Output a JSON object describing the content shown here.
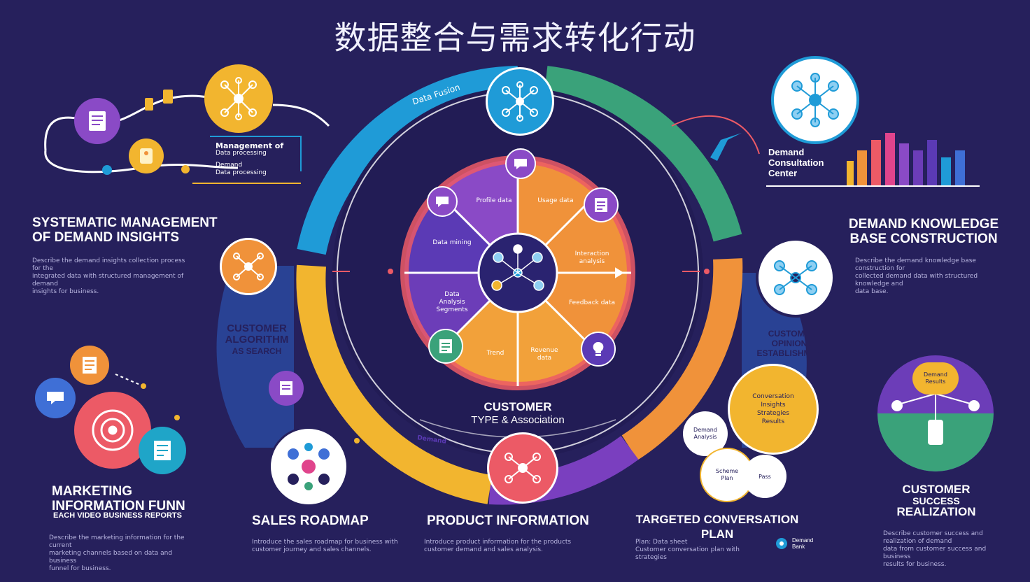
{
  "title": "数据整合与需求转化行动",
  "sections": {
    "top_left": {
      "heading_line1": "SYSTEMATIC MANAGEMENT",
      "heading_line2": "OF DEMAND INSIGHTS",
      "callout_line1": "Management of",
      "callout_line2": "Data processing",
      "callout_line3": "Demand",
      "callout_line4": "Data processing",
      "para_line1": "Describe the demand insights collection process for the",
      "para_line2": "integrated data with structured management of demand",
      "para_line3": "insights for business."
    },
    "top_right": {
      "heading_line1": "DEMAND KNOWLEDGE",
      "heading_line2": "BASE CONSTRUCTION",
      "callout_line1": "Demand",
      "callout_line2": "Consultation",
      "callout_line3": "Center",
      "para_line1": "Describe the demand knowledge base construction for",
      "para_line2": "collected demand data with structured knowledge and",
      "para_line3": "data base."
    },
    "mid_left": {
      "heading_line1": "CUSTOMER",
      "heading_line2": "ALGORITHM",
      "heading_line3": "AS SEARCH"
    },
    "mid_right": {
      "heading_line1": "CUSTOMER",
      "heading_line2": "OPINIONS",
      "heading_line3": "ESTABLISHMENT"
    },
    "bottom_left": {
      "heading_line1": "MARKETING",
      "heading_line2": "INFORMATION FUNN",
      "subheading": "EACH VIDEO BUSINESS REPORTS",
      "para_line1": "Describe the marketing information for the current",
      "para_line2": "marketing channels based on data and business",
      "para_line3": "funnel for business."
    },
    "sales_roadmap": {
      "heading": "SALES ROADMAP",
      "para_line1": "Introduce the sales roadmap for business with",
      "para_line2": "customer journey and sales channels."
    },
    "product_information": {
      "heading": "PRODUCT INFORMATION",
      "para_line1": "Introduce product information for the products",
      "para_line2": "customer demand and sales analysis."
    },
    "targeted_conversation": {
      "heading_line1": "TARGETED CONVERSATION",
      "heading_line2": "PLAN",
      "para_line1": "Plan: Data sheet",
      "para_line2": "Customer conversation plan with strategies",
      "logo_line1": "Demand",
      "logo_line2": "Bank"
    },
    "customer_success": {
      "heading_line1": "CUSTOMER",
      "heading_line2": "SUCCESS",
      "heading_line3": "REALIZATION",
      "circle_top_line1": "Demand",
      "circle_top_line2": "Results",
      "para_line1": "Describe customer success and realization of demand",
      "para_line2": "data from customer success and business",
      "para_line3": "results for business."
    },
    "center": {
      "label_line1": "CUSTOMER",
      "label_line2": "TYPE & Association",
      "ring_top_label": "Data Fusion",
      "ring_bottom_label": "Demand",
      "segment_top_left": "Profile data",
      "segment_top_right": "Usage data",
      "segment_left_upper": "Data mining",
      "segment_left_lower_line1": "Data",
      "segment_left_lower_line2": "Analysis",
      "segment_left_lower_line3": "Segments",
      "segment_right_upper": "Interaction analysis",
      "segment_right_lower": "Feedback data",
      "segment_bottom_left": "Trend",
      "segment_bottom_right": "Revenue data"
    },
    "conversation_bubbles": {
      "bubble_yellow_line1": "Conversation",
      "bubble_yellow_line2": "Insights",
      "bubble_yellow_line3": "Strategies",
      "bubble_yellow_line4": "Results",
      "bubble_small_1_line1": "Demand",
      "bubble_small_1_line2": "Analysis",
      "bubble_small_2_line1": "Scheme",
      "bubble_small_2_line2": "Plan",
      "bubble_small_3": "Pass"
    }
  },
  "colors": {
    "background": "#26205c",
    "blue_ring": "#1f9bd7",
    "green_ring": "#3aa27a",
    "yellow_ring": "#f2b52f",
    "purple_ring": "#7a3fbf",
    "orange": "#f0923a",
    "coral": "#ec5a66",
    "violet": "#6c3db8"
  },
  "icons": [
    "network-icon",
    "document-icon",
    "chat-icon",
    "lightbulb-icon",
    "tag-icon"
  ]
}
